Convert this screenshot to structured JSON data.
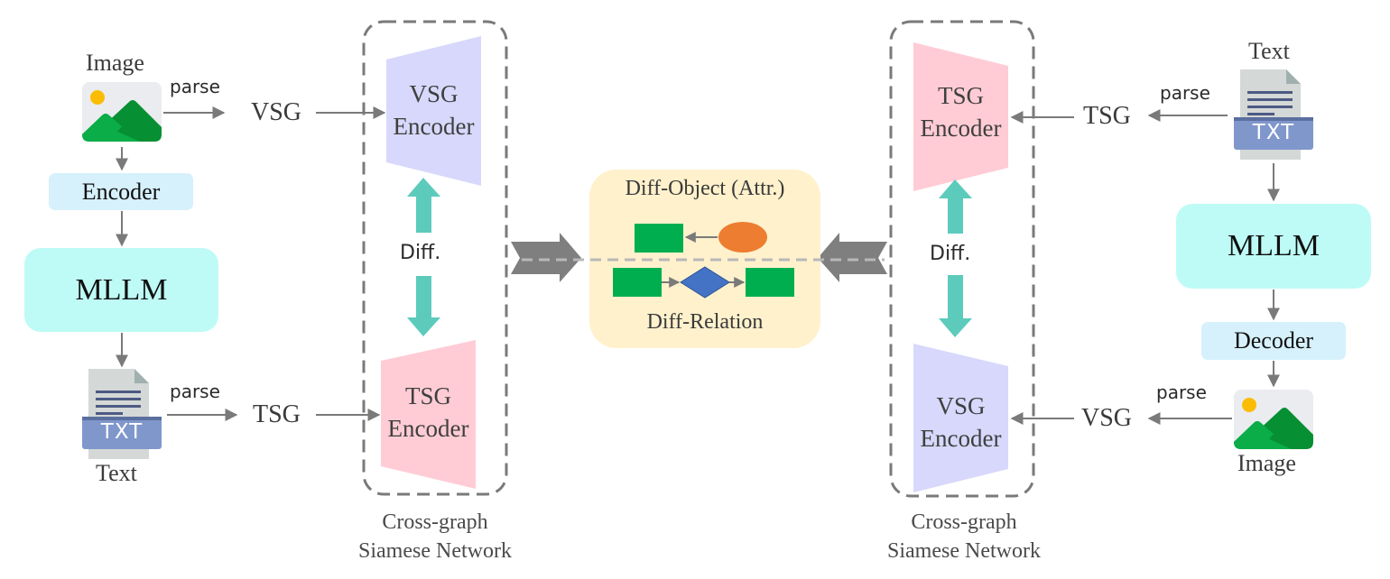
{
  "left_pipeline": {
    "image_label": "Image",
    "image_icon": "image-icon",
    "parse_top": "parse",
    "vsg_label": "VSG",
    "encoder_label": "Encoder",
    "mllm_label": "MLLM",
    "text_icon": "txt-file-icon",
    "txt_badge": "TXT",
    "text_label": "Text",
    "parse_bottom": "parse",
    "tsg_label": "TSG"
  },
  "left_siamese": {
    "top_encoder_line1": "VSG",
    "top_encoder_line2": "Encoder",
    "diff_label": "Diff.",
    "bottom_encoder_line1": "TSG",
    "bottom_encoder_line2": "Encoder",
    "caption_line1": "Cross-graph",
    "caption_line2": "Siamese Network"
  },
  "diff_panel": {
    "object_title": "Diff-Object (Attr.)",
    "relation_title": "Diff-Relation"
  },
  "right_siamese": {
    "top_encoder_line1": "TSG",
    "top_encoder_line2": "Encoder",
    "diff_label": "Diff.",
    "bottom_encoder_line1": "VSG",
    "bottom_encoder_line2": "Encoder",
    "caption_line1": "Cross-graph",
    "caption_line2": "Siamese Network"
  },
  "right_pipeline": {
    "text_label": "Text",
    "text_icon": "txt-file-icon",
    "txt_badge": "TXT",
    "parse_top": "parse",
    "tsg_label": "TSG",
    "mllm_label": "MLLM",
    "decoder_label": "Decoder",
    "parse_bottom": "parse",
    "vsg_label": "VSG",
    "image_icon": "image-icon",
    "image_label": "Image"
  },
  "colors": {
    "vsg_encoder": "#d7d8fb",
    "tsg_encoder": "#ffccd5",
    "diff_arrow": "#5ccbbc",
    "mllm": "#befbf6",
    "small_box": "#d6f1fc",
    "diff_panel": "#fff1cc",
    "node_green": "#00ae50",
    "attr_orange": "#ed7d31",
    "relation_blue": "#4472c4",
    "txt_blue": "#8097cc"
  }
}
